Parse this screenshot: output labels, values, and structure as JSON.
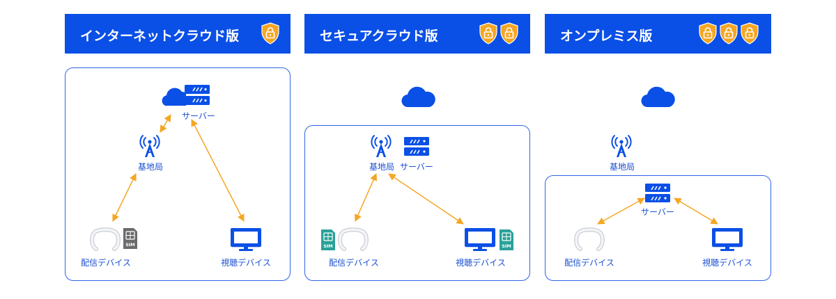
{
  "colors": {
    "banner": "#0a4fe6",
    "icon": "#0a4fe6",
    "arrow": "#f5a623",
    "shield": "#f5a623",
    "sim_gray": "#6b6b6b",
    "sim_teal": "#2aa198"
  },
  "panels": [
    {
      "title": "インターネットクラウド版",
      "shield_count": 1,
      "labels": {
        "server": "サーバー",
        "base_station": "基地局",
        "sender": "配信デバイス",
        "viewer": "視聴デバイス",
        "sim": "SIM"
      }
    },
    {
      "title": "セキュアクラウド版",
      "shield_count": 2,
      "labels": {
        "server": "サーバー",
        "base_station": "基地局",
        "sender": "配信デバイス",
        "viewer": "視聴デバイス",
        "sim": "SIM"
      }
    },
    {
      "title": "オンプレミス版",
      "shield_count": 3,
      "labels": {
        "server": "サーバー",
        "base_station": "基地局",
        "sender": "配信デバイス",
        "viewer": "視聴デバイス"
      }
    }
  ]
}
